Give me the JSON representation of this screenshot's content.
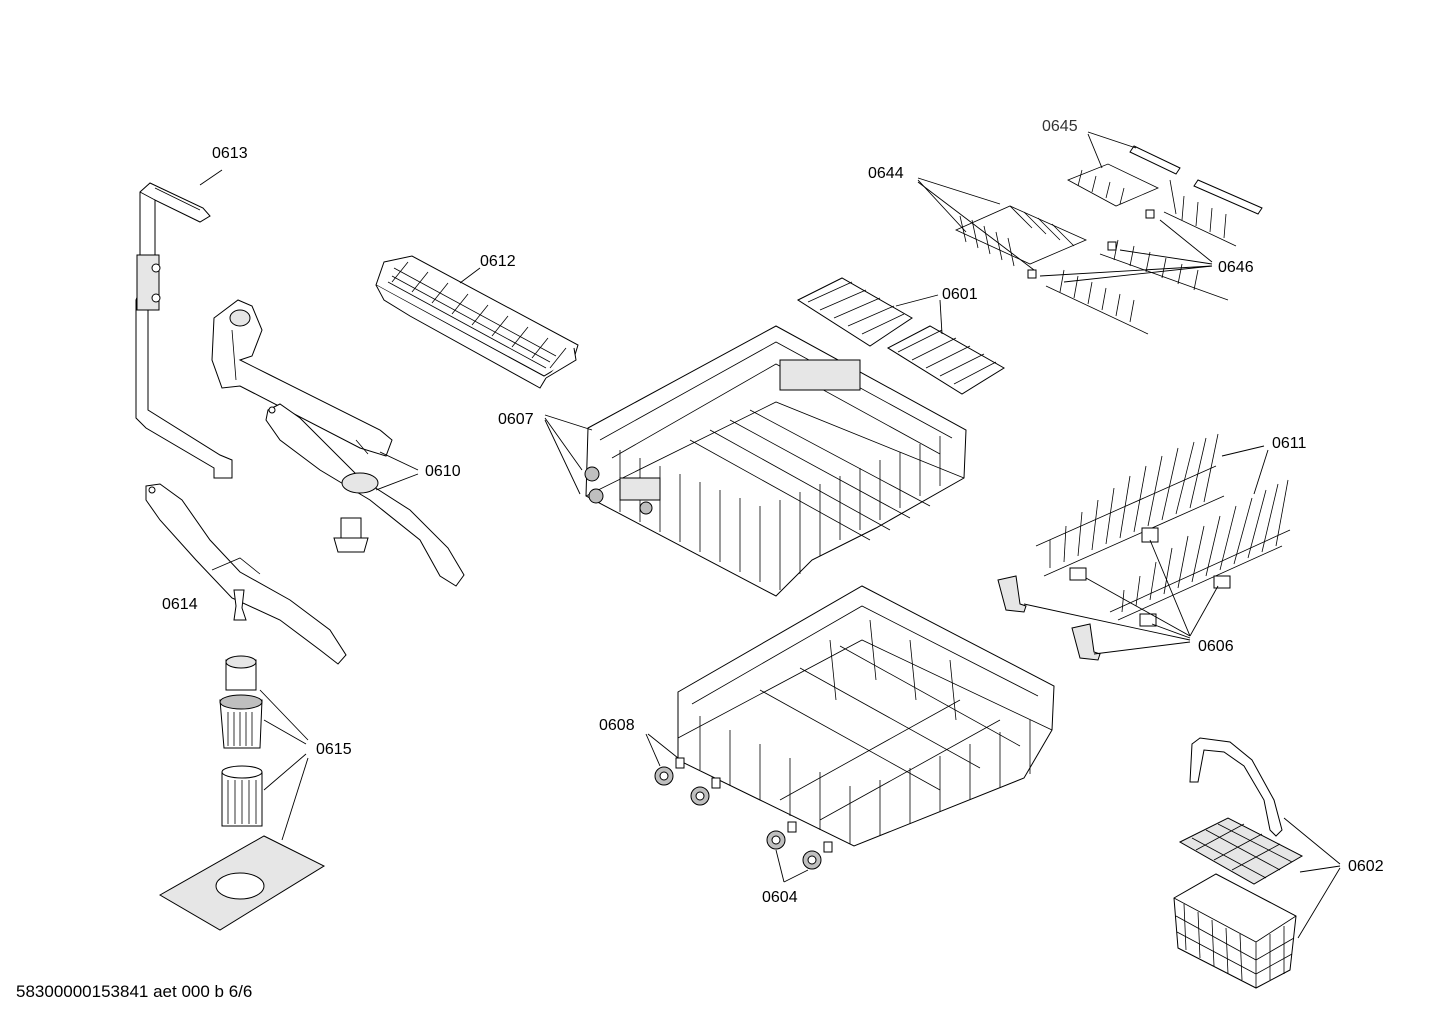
{
  "labels": {
    "p0613": "0613",
    "p0612": "0612",
    "p0610": "0610",
    "p0614": "0614",
    "p0615": "0615",
    "p0607": "0607",
    "p0601": "0601",
    "p0644": "0644",
    "p0645": "0645",
    "p0646": "0646",
    "p0611": "0611",
    "p0606": "0606",
    "p0608": "0608",
    "p0604": "0604",
    "p0602": "0602"
  },
  "footer": "58300000153841 aet 000 b 6/6"
}
